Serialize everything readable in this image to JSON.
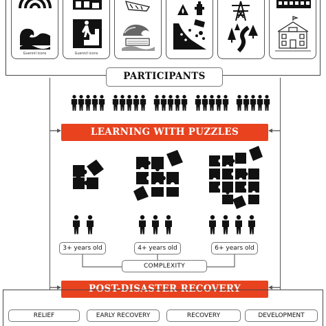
{
  "credits": {
    "tile_1": "Guennil icons",
    "tile_2": "Guennil icons"
  },
  "participants": {
    "label": "PARTICIPANTS"
  },
  "learning": {
    "label": "LEARNING WITH PUZZLES"
  },
  "ages": [
    {
      "label": "3+ years old"
    },
    {
      "label": "4+ years old"
    },
    {
      "label": "6+ years old"
    }
  ],
  "complexity": {
    "label": "COMPLEXITY"
  },
  "recovery": {
    "label": "POST-DISASTER RECOVERY"
  },
  "stages": [
    {
      "label": "RELIEF"
    },
    {
      "label": "EARLY RECOVERY"
    },
    {
      "label": "RECOVERY"
    },
    {
      "label": "DEVELOPMENT"
    }
  ],
  "colors": {
    "accent": "#e8421f",
    "ink": "#111111",
    "frame": "#555555"
  }
}
